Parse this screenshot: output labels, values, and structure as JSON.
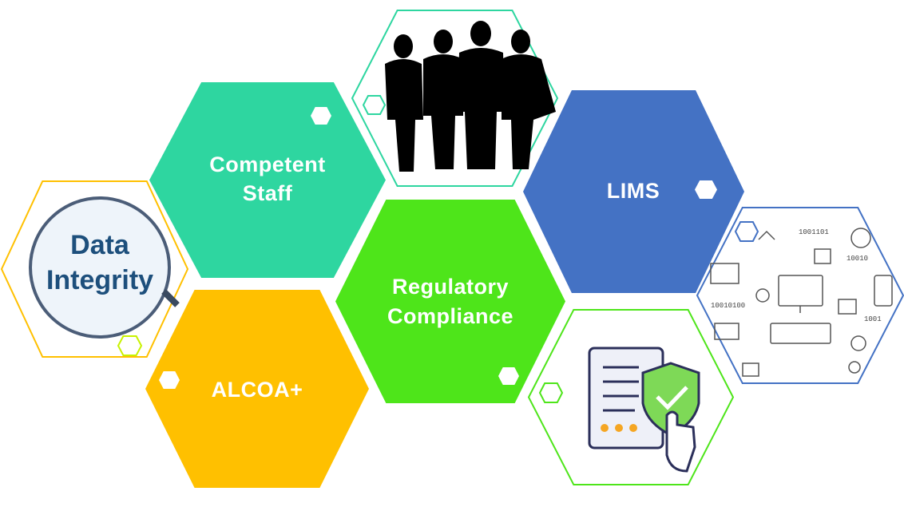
{
  "diagram": {
    "hexagons": [
      {
        "id": "data-integrity",
        "lines": [
          "Data",
          "Integrity"
        ],
        "style": "image",
        "outline": "#FFC000"
      },
      {
        "id": "competent-staff",
        "lines": [
          "Competent",
          "Staff"
        ],
        "fill": "#2ED6A0"
      },
      {
        "id": "staff-photo",
        "style": "image",
        "outline": "#2ED6A0"
      },
      {
        "id": "lims",
        "lines": [
          "LIMS"
        ],
        "fill": "#4472C4"
      },
      {
        "id": "tech-icons",
        "style": "image",
        "outline": "#4472C4"
      },
      {
        "id": "regulatory-compliance",
        "lines": [
          "Regulatory",
          "Compliance"
        ],
        "fill": "#4EE51A"
      },
      {
        "id": "alcoa",
        "lines": [
          "ALCOA+"
        ],
        "fill": "#FFC000"
      },
      {
        "id": "compliance-checklist",
        "style": "image",
        "outline": "#4EE51A"
      }
    ]
  }
}
